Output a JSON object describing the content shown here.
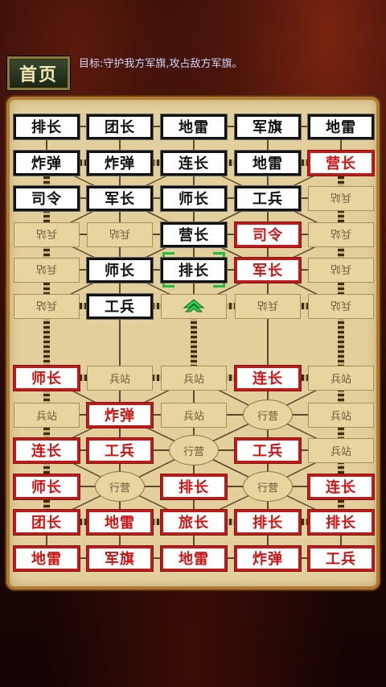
{
  "header": {
    "home_label": "首页",
    "objective": "目标:守护我方军旗,攻占敌方军旗。"
  },
  "labels": {
    "station": "兵站",
    "camp": "行营"
  },
  "colors": {
    "red_piece": "#d01414",
    "black_piece": "#111111",
    "selection": "#1fbf3c"
  },
  "cells": [
    {
      "id": "r0c0",
      "type": "piece",
      "side": "black",
      "label": "排长"
    },
    {
      "id": "r0c1",
      "type": "piece",
      "side": "black",
      "label": "团长"
    },
    {
      "id": "r0c2",
      "type": "piece",
      "side": "black",
      "label": "地雷"
    },
    {
      "id": "r0c3",
      "type": "piece",
      "side": "black",
      "label": "军旗"
    },
    {
      "id": "r0c4",
      "type": "piece",
      "side": "black",
      "label": "地雷"
    },
    {
      "id": "r1c0",
      "type": "piece",
      "side": "black",
      "label": "炸弹"
    },
    {
      "id": "r1c1",
      "type": "piece",
      "side": "black",
      "label": "炸弹"
    },
    {
      "id": "r1c2",
      "type": "piece",
      "side": "black",
      "label": "连长"
    },
    {
      "id": "r1c3",
      "type": "piece",
      "side": "black",
      "label": "地雷"
    },
    {
      "id": "r1c4",
      "type": "piece",
      "side": "red",
      "label": "营长"
    },
    {
      "id": "r2c0",
      "type": "piece",
      "side": "black",
      "label": "司令"
    },
    {
      "id": "r2c1",
      "type": "piece",
      "side": "black",
      "label": "军长"
    },
    {
      "id": "r2c2",
      "type": "piece",
      "side": "black",
      "label": "师长"
    },
    {
      "id": "r2c3",
      "type": "piece",
      "side": "black",
      "label": "工兵"
    },
    {
      "id": "r2c4",
      "type": "station",
      "flip": true
    },
    {
      "id": "r3c0",
      "type": "station",
      "flip": true
    },
    {
      "id": "r3c1",
      "type": "station",
      "flip": true
    },
    {
      "id": "r3c2",
      "type": "piece",
      "side": "black",
      "label": "营长"
    },
    {
      "id": "r3c3",
      "type": "piece",
      "side": "red",
      "label": "司令"
    },
    {
      "id": "r3c4",
      "type": "station",
      "flip": true
    },
    {
      "id": "r4c0",
      "type": "station",
      "flip": true
    },
    {
      "id": "r4c1",
      "type": "piece",
      "side": "black",
      "label": "师长"
    },
    {
      "id": "r4c2",
      "type": "piece",
      "side": "black",
      "label": "排长",
      "selected": true
    },
    {
      "id": "r4c3",
      "type": "piece",
      "side": "red",
      "label": "军长"
    },
    {
      "id": "r4c4",
      "type": "station",
      "flip": true
    },
    {
      "id": "r5c0",
      "type": "station",
      "flip": true
    },
    {
      "id": "r5c1",
      "type": "piece",
      "side": "black",
      "label": "工兵"
    },
    {
      "id": "r5c2",
      "type": "station",
      "flip": true,
      "move_target": true
    },
    {
      "id": "r5c3",
      "type": "station",
      "flip": true
    },
    {
      "id": "r5c4",
      "type": "station",
      "flip": true
    },
    {
      "id": "r6c0",
      "type": "piece",
      "side": "red",
      "label": "师长"
    },
    {
      "id": "r6c1",
      "type": "station"
    },
    {
      "id": "r6c2",
      "type": "station"
    },
    {
      "id": "r6c3",
      "type": "piece",
      "side": "red",
      "label": "连长"
    },
    {
      "id": "r6c4",
      "type": "station"
    },
    {
      "id": "r7c0",
      "type": "station"
    },
    {
      "id": "r7c1",
      "type": "piece",
      "side": "red",
      "label": "炸弹"
    },
    {
      "id": "r7c2",
      "type": "station"
    },
    {
      "id": "r7c3",
      "type": "camp"
    },
    {
      "id": "r7c4",
      "type": "station"
    },
    {
      "id": "r8c0",
      "type": "piece",
      "side": "red",
      "label": "连长"
    },
    {
      "id": "r8c1",
      "type": "piece",
      "side": "red",
      "label": "工兵"
    },
    {
      "id": "r8c2",
      "type": "camp"
    },
    {
      "id": "r8c3",
      "type": "piece",
      "side": "red",
      "label": "工兵"
    },
    {
      "id": "r8c4",
      "type": "station"
    },
    {
      "id": "r9c0",
      "type": "piece",
      "side": "red",
      "label": "师长"
    },
    {
      "id": "r9c1",
      "type": "camp"
    },
    {
      "id": "r9c2",
      "type": "piece",
      "side": "red",
      "label": "排长"
    },
    {
      "id": "r9c3",
      "type": "camp"
    },
    {
      "id": "r9c4",
      "type": "piece",
      "side": "red",
      "label": "连长"
    },
    {
      "id": "r10c0",
      "type": "piece",
      "side": "red",
      "label": "团长"
    },
    {
      "id": "r10c1",
      "type": "piece",
      "side": "red",
      "label": "地雷"
    },
    {
      "id": "r10c2",
      "type": "piece",
      "side": "red",
      "label": "旅长"
    },
    {
      "id": "r10c3",
      "type": "piece",
      "side": "red",
      "label": "排长"
    },
    {
      "id": "r10c4",
      "type": "piece",
      "side": "red",
      "label": "排长"
    },
    {
      "id": "r11c0",
      "type": "piece",
      "side": "red",
      "label": "地雷"
    },
    {
      "id": "r11c1",
      "type": "piece",
      "side": "red",
      "label": "军旗"
    },
    {
      "id": "r11c2",
      "type": "piece",
      "side": "red",
      "label": "地雷"
    },
    {
      "id": "r11c3",
      "type": "piece",
      "side": "red",
      "label": "炸弹"
    },
    {
      "id": "r11c4",
      "type": "piece",
      "side": "red",
      "label": "工兵"
    }
  ]
}
